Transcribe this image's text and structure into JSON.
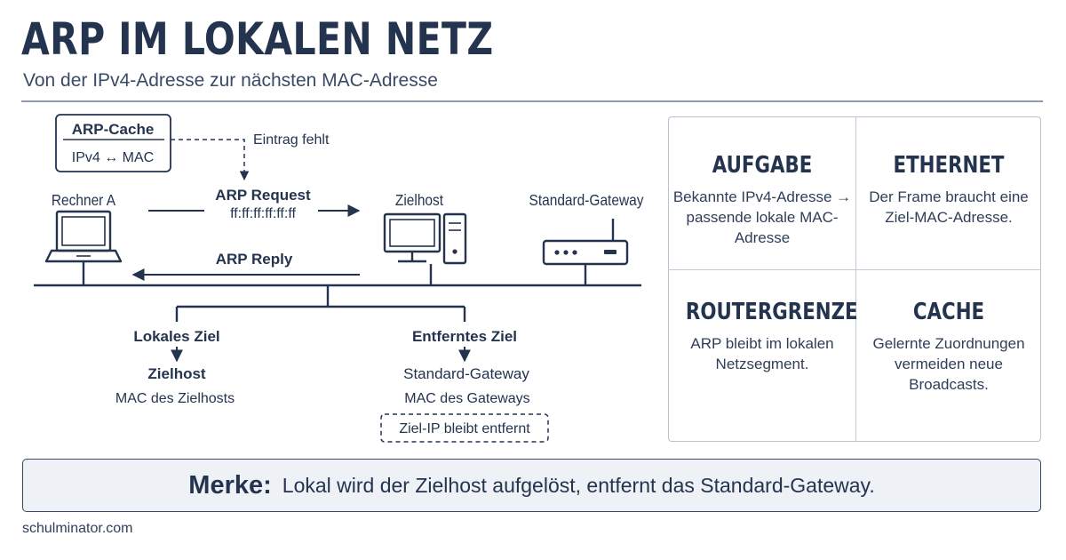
{
  "header": {
    "title": "ARP IM LOKALEN NETZ",
    "subtitle": "Von der IPv4-Adresse zur nächsten MAC-Adresse"
  },
  "diagram": {
    "cache": {
      "title": "ARP-Cache",
      "mapping": "IPv4 ↔ MAC",
      "note": "Eintrag fehlt"
    },
    "nodes": {
      "host_a": "Rechner A",
      "target": "Zielhost",
      "gateway": "Standard-Gateway"
    },
    "request": {
      "label": "ARP Request",
      "mac": "ff:ff:ff:ff:ff:ff"
    },
    "reply": {
      "label": "ARP Reply"
    },
    "local": {
      "heading": "Lokales Ziel",
      "result": "Zielhost",
      "detail": "MAC des Zielhosts"
    },
    "remote": {
      "heading": "Entferntes Ziel",
      "result": "Standard-Gateway",
      "detail": "MAC des Gateways",
      "note": "Ziel-IP bleibt entfernt"
    }
  },
  "panel": {
    "cells": [
      {
        "title": "AUFGABE",
        "text": "Bekannte IPv4-Adresse → passende lokale MAC-Adresse"
      },
      {
        "title": "ETHERNET",
        "text": "Der Frame braucht eine Ziel-MAC-Adresse."
      },
      {
        "title": "ROUTERGRENZE",
        "text": "ARP bleibt im lokalen Netzsegment."
      },
      {
        "title": "CACHE",
        "text": "Gelernte Zuordnungen vermeiden neue Broadcasts."
      }
    ]
  },
  "merke": {
    "label": "Merke:",
    "text": "Lokal wird der Zielhost aufgelöst, entfernt das Standard-Gateway."
  },
  "footer": {
    "site": "schulminator.com"
  },
  "colors": {
    "ink": "#24344f",
    "panel_border": "#b9c2cf",
    "merke_bg": "#eef1f5"
  }
}
